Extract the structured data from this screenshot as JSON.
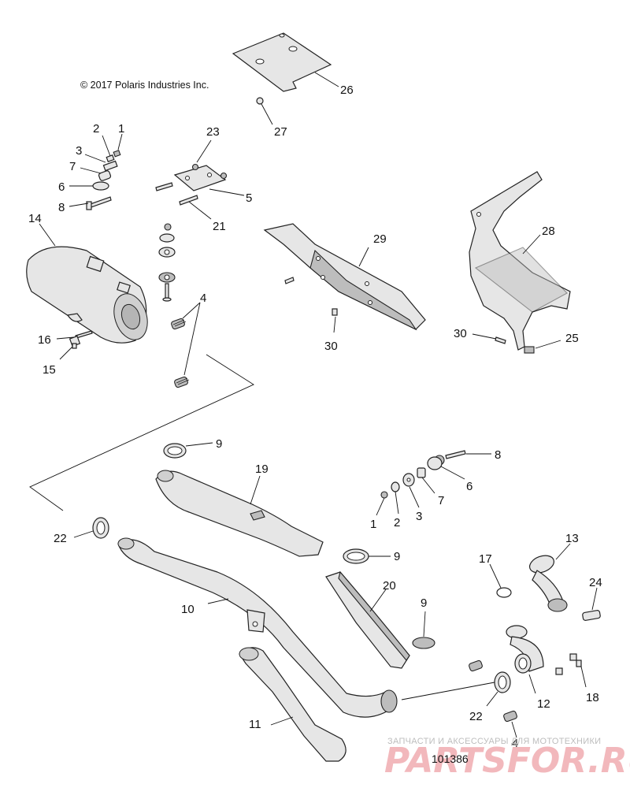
{
  "diagram": {
    "copyright": "© 2017 Polaris Industries Inc.",
    "document_number": "101386",
    "callouts": {
      "c1a": "1",
      "c2a": "2",
      "c3a": "3",
      "c7a": "7",
      "c6a": "6",
      "c8a": "8",
      "c23": "23",
      "c5": "5",
      "c21": "21",
      "c14": "14",
      "c4a": "4",
      "c16": "16",
      "c15": "15",
      "c26": "26",
      "c27": "27",
      "c29": "29",
      "c30a": "30",
      "c28": "28",
      "c30b": "30",
      "c25": "25",
      "c9a": "9",
      "c8b": "8",
      "c6b": "6",
      "c7b": "7",
      "c19": "19",
      "c1b": "1",
      "c2b": "2",
      "c3b": "3",
      "c22a": "22",
      "c9b": "9",
      "c10": "10",
      "c20": "20",
      "c17": "17",
      "c13": "13",
      "c24": "24",
      "c9c": "9",
      "c12": "12",
      "c18": "18",
      "c11": "11",
      "c22b": "22",
      "c4b": "4"
    }
  },
  "watermark": {
    "tagline": "ЗАПЧАСТИ И АКСЕССУАРЫ ДЛЯ МОТОТЕХНИКИ",
    "logo": "PARTSFOR.RU"
  }
}
